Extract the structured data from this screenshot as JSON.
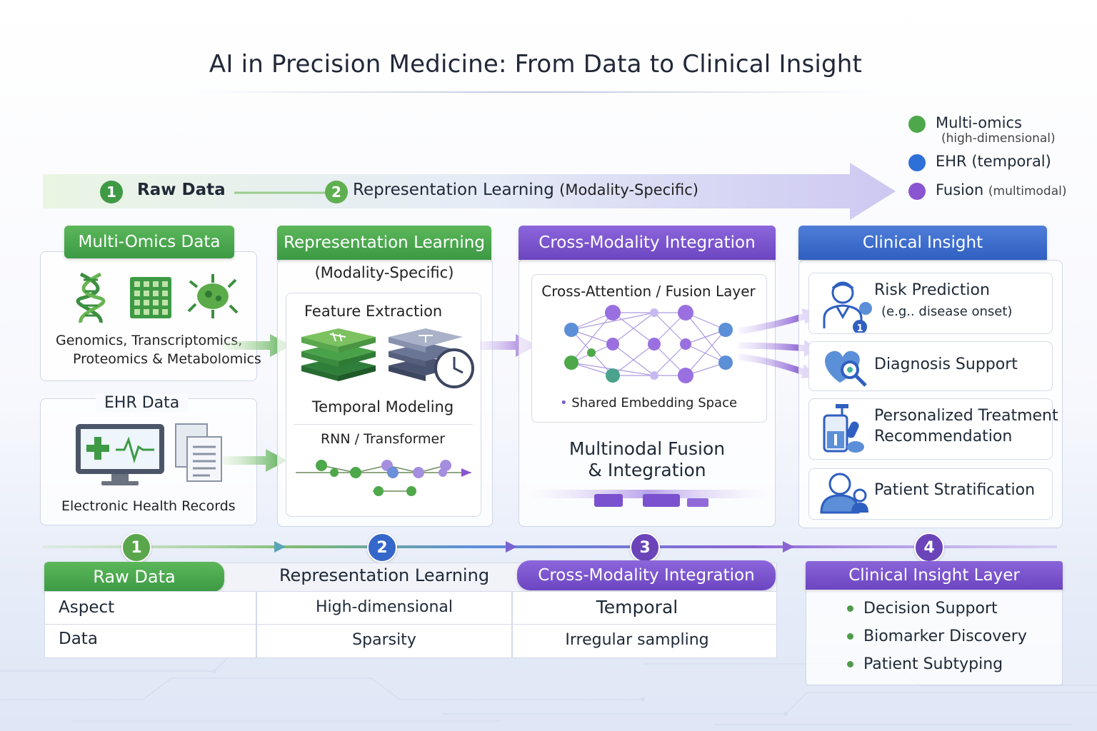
{
  "title": "AI in Precision Medicine: From Data to Clinical Insight",
  "flow": {
    "step1": {
      "num": "1",
      "label": "Raw Data"
    },
    "step2": {
      "num": "2",
      "label": "Representation Learning",
      "sub": "(Modality-Specific)"
    }
  },
  "legend": [
    {
      "label": "Multi-omics",
      "sub": "(high-dimensional)",
      "color": "#4ea84a"
    },
    {
      "label": "EHR (temporal)",
      "sub": "",
      "color": "#2f6fd8"
    },
    {
      "label": "Fusion",
      "sub": "(multimodal)",
      "color": "#8a55d0"
    }
  ],
  "panel1": {
    "header": "Multi-Omics Data",
    "caption_line1": "Genomics, Transcriptomics,",
    "caption_line2": "Proteomics & Metabolomics",
    "ehr_title": "EHR Data",
    "ehr_caption": "Electronic Health Records",
    "icons": [
      "dna-icon",
      "grid-icon",
      "bacteria-icon",
      "monitor-ecg-icon",
      "documents-icon"
    ]
  },
  "panel2": {
    "header": "Representation Learning",
    "sub": "(Modality-Specific)",
    "feature_title": "Feature Extraction",
    "temporal": "Temporal Modeling",
    "rnn": "RNN / Transformer"
  },
  "panel3": {
    "header": "Cross-Modality Integration",
    "fusion_layer": "Cross-Attention / Fusion Layer",
    "shared": "Shared Embedding Space",
    "multinodal_line1": "Multinodal Fusion",
    "multinodal_line2": "& Integration"
  },
  "panel4": {
    "header": "Clinical Insight",
    "items": [
      {
        "label": "Risk Prediction",
        "sub": "(e.g.. disease onset)",
        "icon": "doctor-icon",
        "badge": "1"
      },
      {
        "label": "Diagnosis Support",
        "sub": "",
        "icon": "heart-search-icon"
      },
      {
        "label": "Personalized Treatment",
        "sub": "Recommendation",
        "icon": "medicine-icon"
      },
      {
        "label": "Patient Stratification",
        "sub": "",
        "icon": "patients-icon"
      }
    ]
  },
  "timeline": [
    "1",
    "2",
    "3",
    "4"
  ],
  "table": {
    "headers": [
      "Raw Data",
      "Representation Learning",
      "Cross-Modality Integration",
      "Clinical Insight Layer"
    ],
    "rows": [
      [
        "Aspect",
        "High-dimensional",
        "Temporal"
      ],
      [
        "Data",
        "Sparsity",
        "Irregular sampling"
      ]
    ],
    "insight_bullets": [
      "Decision Support",
      "Biomarker Discovery",
      "Patient Subtyping"
    ]
  },
  "colors": {
    "green": "#3f9a45",
    "blue": "#3566c9",
    "purple": "#6c45c1"
  }
}
